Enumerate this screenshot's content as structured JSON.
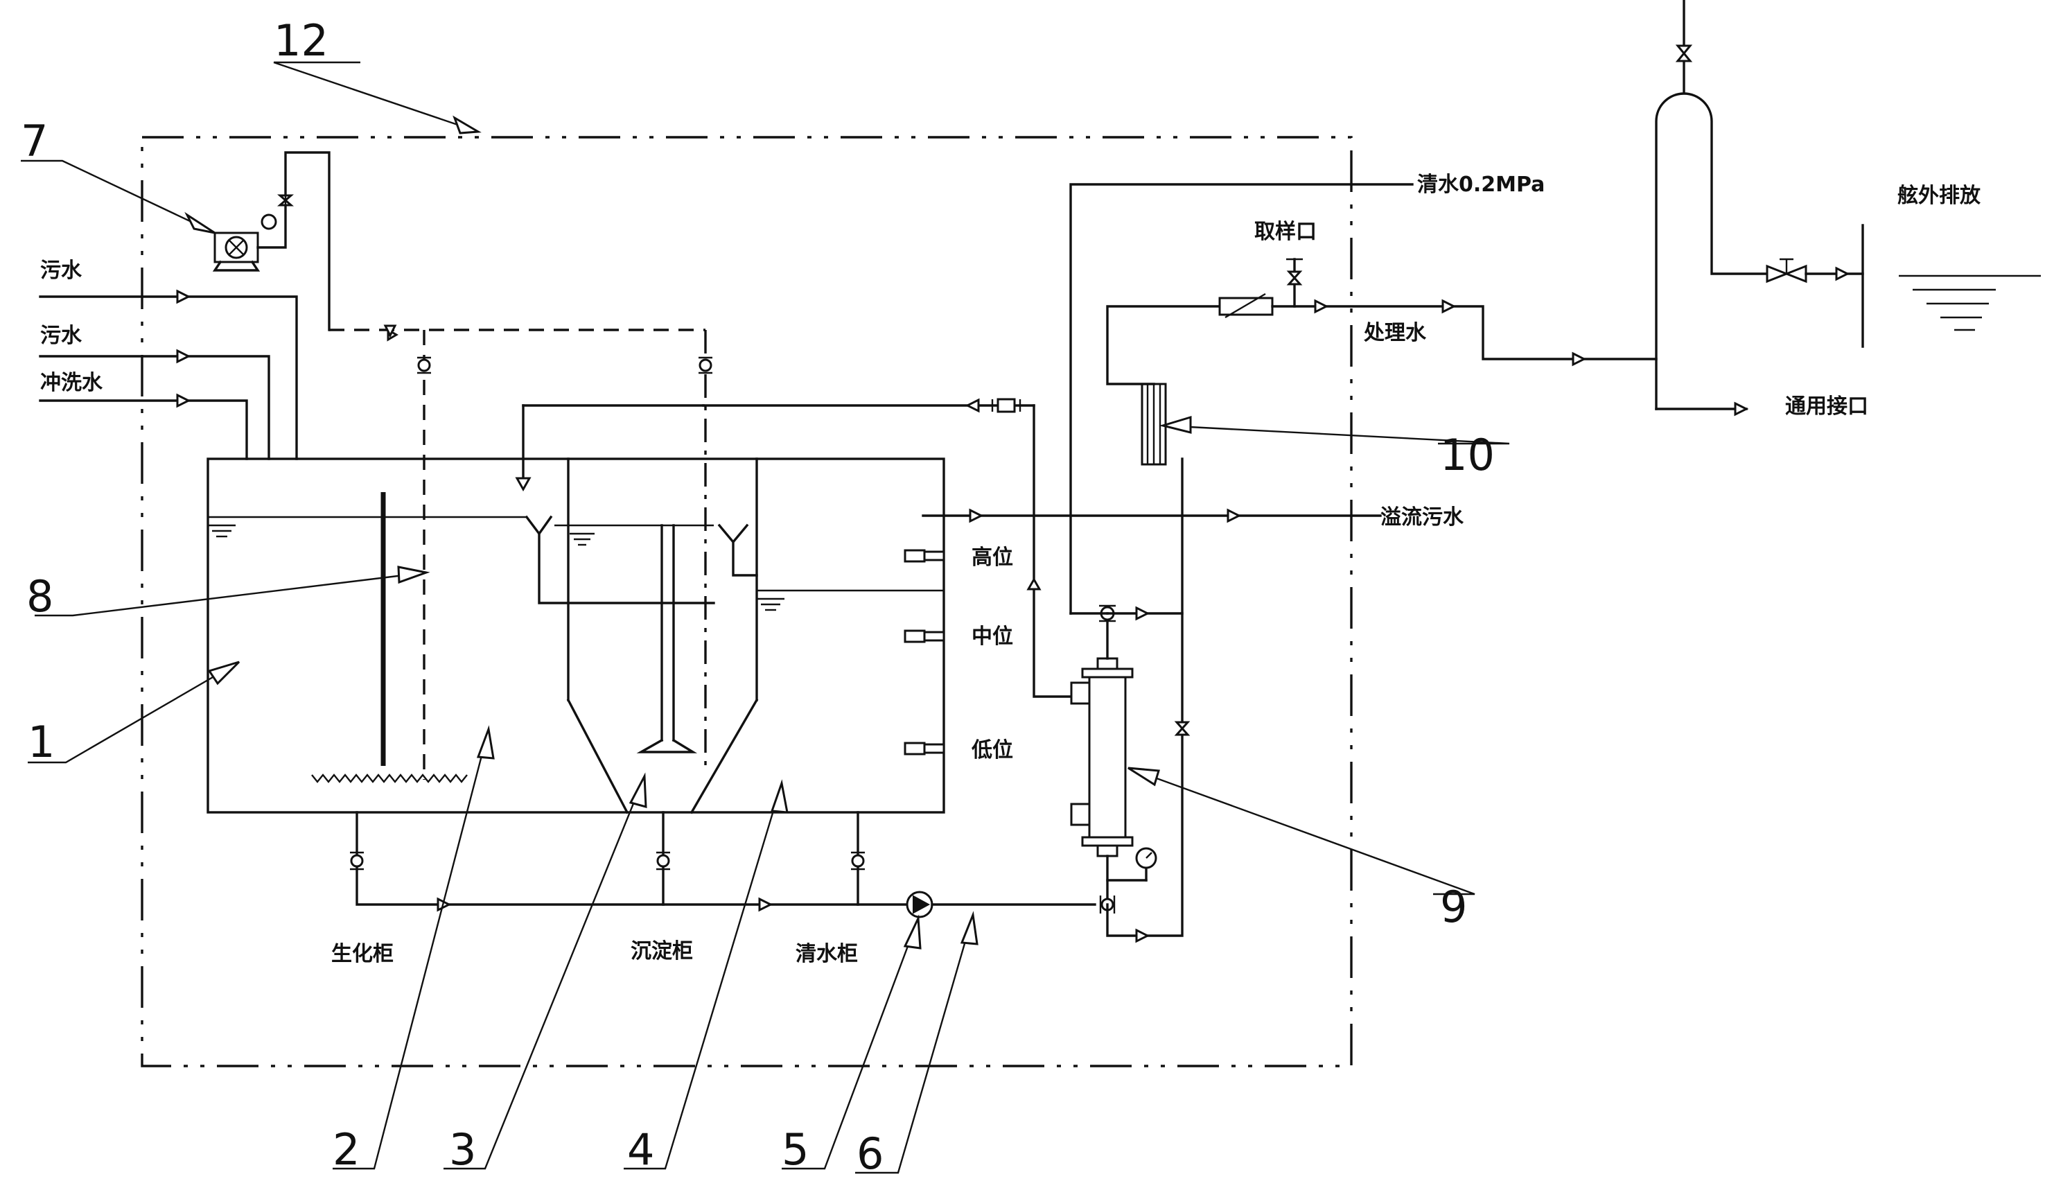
{
  "inlets": {
    "sewage_1": "污水",
    "sewage_2": "污水",
    "flush_water": "冲洗水"
  },
  "tanks": {
    "biochemical": "生化柜",
    "sedimentation": "沉淀柜",
    "clear_water": "清水柜"
  },
  "level_switches": {
    "high": "高位",
    "middle": "中位",
    "low": "低位"
  },
  "lines": {
    "clean_water_pressure": "清水0.2MPa",
    "sampling_port": "取样口",
    "treated_water": "处理水",
    "overflow_sewage": "溢流污水",
    "overboard_discharge": "舷外排放",
    "universal_connection": "通用接口"
  },
  "callouts": {
    "n1": "1",
    "n2": "2",
    "n3": "3",
    "n4": "4",
    "n5": "5",
    "n6": "6",
    "n7": "7",
    "n8": "8",
    "n9": "9",
    "n10": "10",
    "n12": "12"
  }
}
